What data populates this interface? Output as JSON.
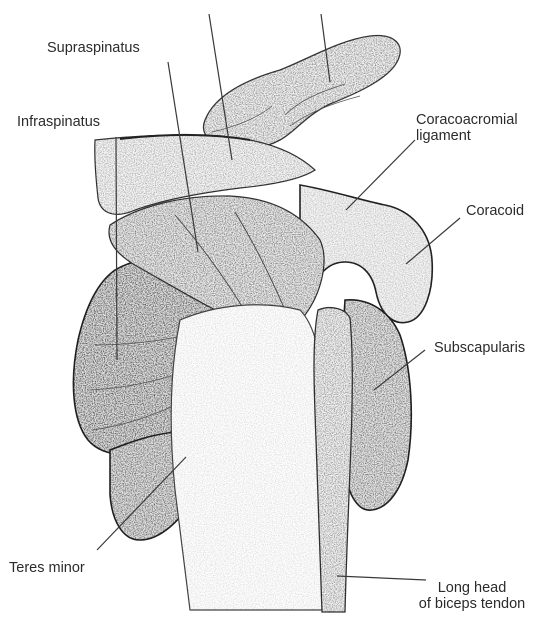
{
  "figure": {
    "labels": {
      "supraspinatus": "Supraspinatus",
      "infraspinatus": "Infraspinatus",
      "coracoacromial_line1": "Coracoacromial",
      "coracoacromial_line2": "ligament",
      "coracoid": "Coracoid",
      "subscapularis": "Subscapularis",
      "teres_minor": "Teres minor",
      "biceps_line1": "Long head",
      "biceps_line2": "of biceps tendon"
    }
  }
}
